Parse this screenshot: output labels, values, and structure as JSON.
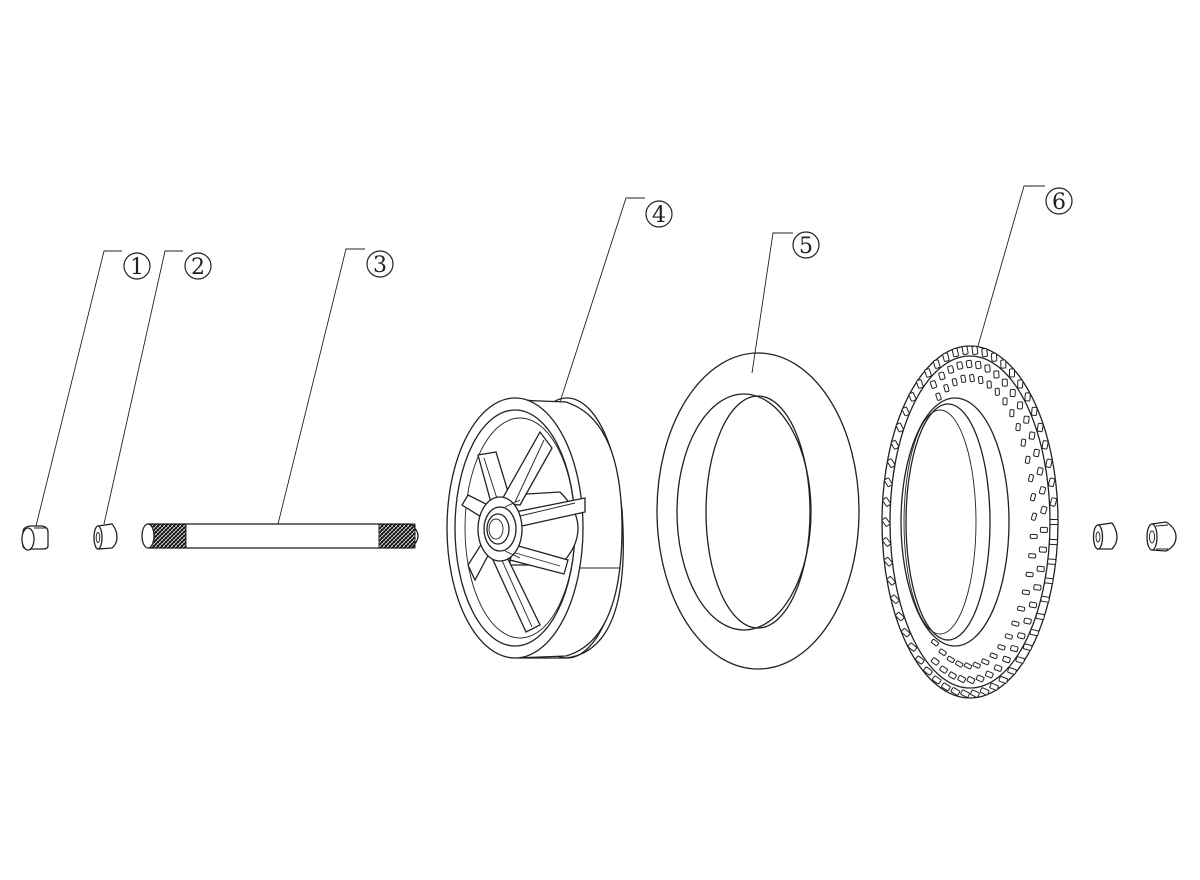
{
  "callouts": [
    {
      "id": "1",
      "label": "1"
    },
    {
      "id": "2",
      "label": "2"
    },
    {
      "id": "3",
      "label": "3"
    },
    {
      "id": "4",
      "label": "4"
    },
    {
      "id": "5",
      "label": "5"
    },
    {
      "id": "6",
      "label": "6"
    }
  ],
  "colors": {
    "line": "#222222",
    "background": "#ffffff"
  }
}
